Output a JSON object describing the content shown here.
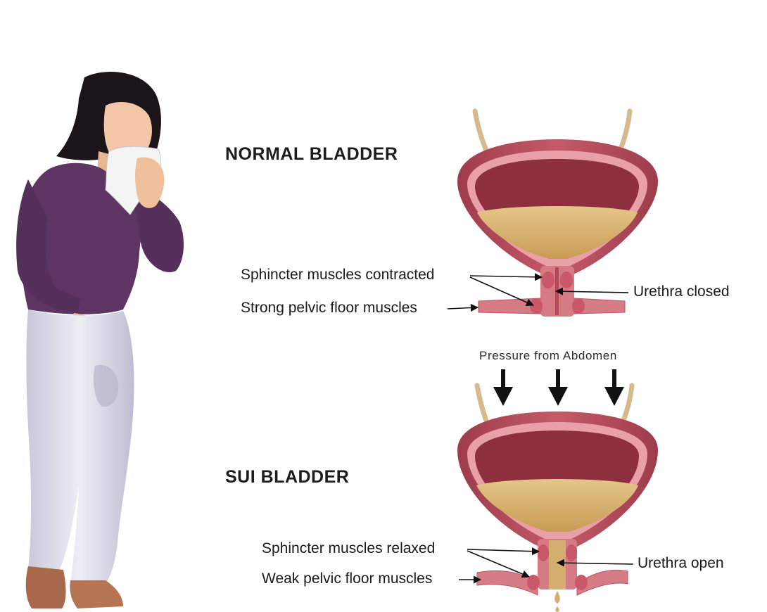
{
  "normal": {
    "heading": "NORMAL BLADDER",
    "sphincter_label": "Sphincter muscles contracted",
    "pelvic_label": "Strong pelvic floor muscles",
    "urethra_label": "Urethra closed"
  },
  "sui": {
    "heading": "SUI BLADDER",
    "pressure_label": "Pressure from Abdomen",
    "sphincter_label": "Sphincter muscles relaxed",
    "pelvic_label": "Weak pelvic floor muscles",
    "urethra_label": "Urethra open"
  },
  "colors": {
    "bladder_wall": "#b8505e",
    "bladder_inner": "#e9a0a8",
    "urine": "#d4ae6e",
    "cavity": "#8e2f3e",
    "shirt": "#5e3463",
    "pants": "#dcdbe8",
    "skin": "#f2c6a6"
  }
}
